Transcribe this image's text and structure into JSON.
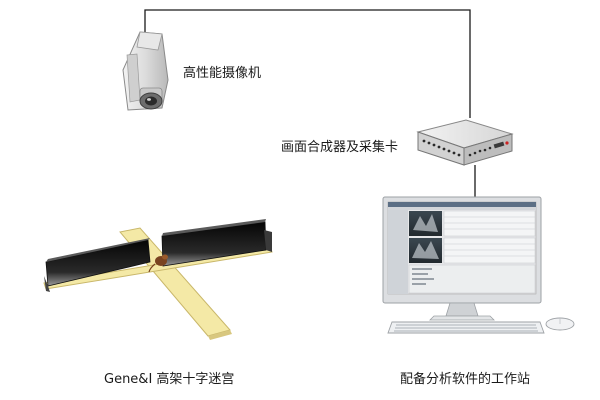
{
  "labels": {
    "camera": "高性能摄像机",
    "synthesizer": "画面合成器及采集卡",
    "maze": "Gene&I 高架十字迷宫",
    "workstation": "配备分析软件的工作站"
  },
  "colors": {
    "line": "#1a1a1a",
    "maze_arm": "#f4e9a6",
    "maze_arm_edge": "#c9b76a",
    "wall_dark": "#1e1e1e",
    "monitor_frame": "#d9dbde",
    "screen_bg": "#7e8c95"
  },
  "icons": [
    "camera-icon",
    "synthesizer-icon",
    "maze-illustration",
    "workstation-icon"
  ]
}
